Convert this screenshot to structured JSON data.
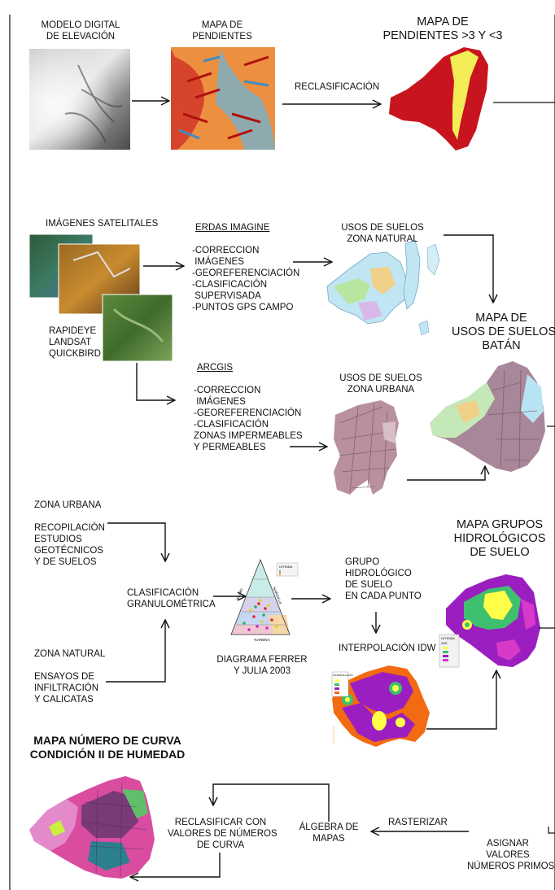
{
  "labels": {
    "dem_title": "MODELO DIGITAL\nDE ELEVACIÓN",
    "slope_title": "MAPA DE\nPENDIENTES",
    "reclass_label": "RECLASIFICACIÓN",
    "slope_reclass_title": "MAPA DE\nPENDIENTES >3 Y <3",
    "sat_title": "IMÁGENES SATELITALES",
    "sensors": "RAPIDEYE\nLANDSAT\nQUICKBIRD",
    "erdas_title": "ERDAS IMAGINE",
    "erdas_steps": "-CORRECCION\n IMÁGENES\n-GEOREFERENCIACIÓN\n-CLASIFICACIÓN\n SUPERVISADA\n-PUNTOS GPS CAMPO",
    "natural_use_title": "USOS DE SUELOS\nZONA NATURAL",
    "landuse_map_title": "MAPA DE\nUSOS DE SUELOS\nBATÁN",
    "arcgis_title": "ARCGIS",
    "arcgis_steps": "-CORRECCION\n IMÁGENES\n-GEOREFERENCIACIÓN\n-CLASIFICACIÓN\nZONAS IMPERMEABLES\nY PERMEABLES",
    "urban_use_title": "USOS DE SUELOS\nZONA URBANA",
    "urban_zone": "ZONA URBANA",
    "urban_compile": "RECOPILACIÓN\nESTUDIOS\nGEOTÉCNICOS\nY DE SUELOS",
    "granulo": "CLASIFICACIÓN\nGRANULOMÉTRICA",
    "natural_zone": "ZONA NATURAL",
    "natural_tests": "ENSAYOS DE\nINFILTRACIÓN\nY CALICATAS",
    "ternary_caption": "DIAGRAMA FERRER\nY JULIA 2003",
    "hydro_group_point": "GRUPO\nHIDROLÓGICO\nDE SUELO\nEN CADA PUNTO",
    "idw": "INTERPOLACIÓN IDW",
    "hydro_map_title": "MAPA GRUPOS\nHIDROLÓGICOS\nDE SUELO",
    "cn_map_title": "MAPA NÚMERO DE CURVA\nCONDICIÓN II DE HUMEDAD",
    "reclass_cn": "RECLASIFICAR CON\nVALORES DE NÚMEROS\nDE CURVA",
    "algebra": "ÁLGEBRA DE\nMAPAS",
    "rasterize": "RASTERIZAR",
    "assign_primes": "ASIGNAR\nVALORES\nNÚMEROS PRIMOS"
  },
  "ternary": {
    "axis_left": "%LIMO",
    "axis_right": "%ARCILLA",
    "axis_bottom": "%ARENA",
    "legend_title": "LEYENDA"
  },
  "hydro_legend": {
    "title": "LEYENDA",
    "subtitle": "GHS"
  },
  "idw_legend": {
    "title": "INTERPOLACIÓN"
  },
  "colors": {
    "slope_red": "#c8141e",
    "slope_yellow": "#f2ec55",
    "hydro_purple": "#9b1fc0",
    "hydro_green": "#3fc06e",
    "hydro_orange": "#f26a12",
    "hydro_yellow": "#ffff4a"
  }
}
